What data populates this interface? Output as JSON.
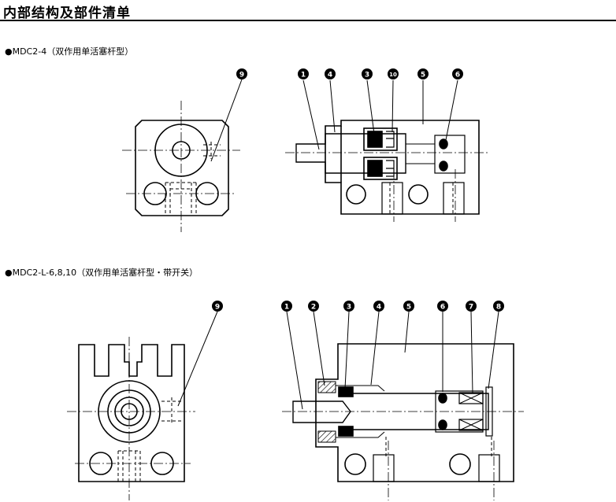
{
  "page_title": "内部结构及部件清单",
  "sections": [
    {
      "label": "●MDC2-4（双作用单活塞杆型）",
      "callouts": {
        "end_view": [
          "9"
        ],
        "section_view": [
          "1",
          "4",
          "3",
          "10",
          "5",
          "6"
        ]
      }
    },
    {
      "label": "●MDC2-L-6,8,10（双作用单活塞杆型・带开关）",
      "callouts": {
        "end_view": [
          "9"
        ],
        "section_view": [
          "1",
          "2",
          "3",
          "4",
          "5",
          "6",
          "7",
          "8"
        ]
      }
    }
  ]
}
